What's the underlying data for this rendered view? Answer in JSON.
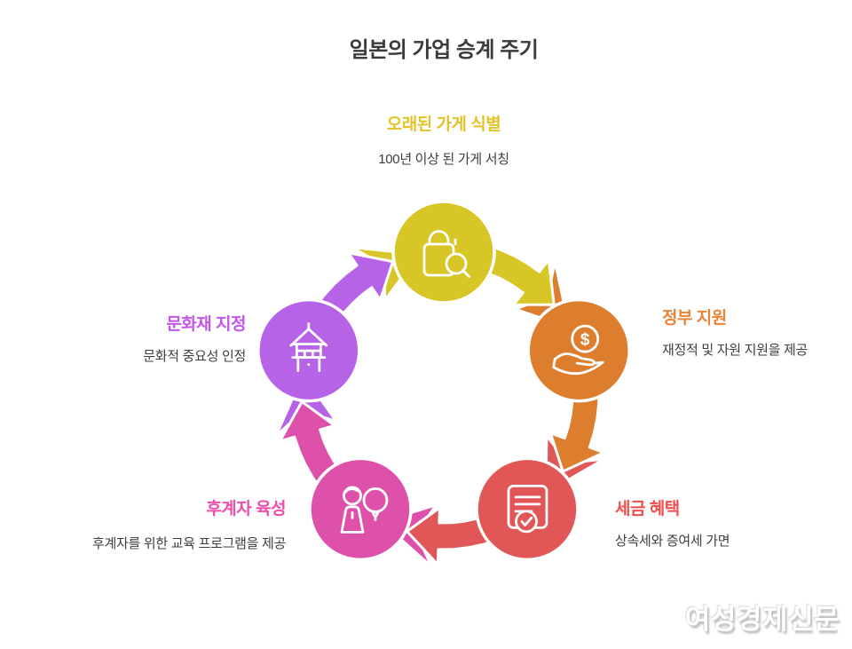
{
  "title": "일본의 가업 승계 주기",
  "watermark": "여성경제신문",
  "text_color": "#3e3e41",
  "cycle": {
    "direction": "clockwise",
    "nodes": [
      {
        "id": "identify-old-shops",
        "title": "오래된 가게 식별",
        "subtitle": "100년 이상 된 가게 서칭",
        "color": "#d8c526",
        "accent": "#e3c329",
        "icon": "bag-search-icon"
      },
      {
        "id": "government-support",
        "title": "정부 지원",
        "subtitle": "재정적 및 자원 지원을 제공",
        "color": "#dd7e2e",
        "accent": "#ea8336",
        "icon": "hand-dollar-icon"
      },
      {
        "id": "tax-benefit",
        "title": "세금 혜택",
        "subtitle": "상속세와 증여세 가면",
        "color": "#e15656",
        "accent": "#f04e4e",
        "icon": "document-check-icon"
      },
      {
        "id": "successor-training",
        "title": "후계자 육성",
        "subtitle": "후계자를 위한 교육 프로그램을 제공",
        "color": "#de51aa",
        "accent": "#ef4daa",
        "icon": "person-balloon-icon"
      },
      {
        "id": "cultural-heritage",
        "title": "문화재 지정",
        "subtitle": "문화적 중요성 인정",
        "color": "#b763e8",
        "accent": "#c455ec",
        "icon": "shrine-icon"
      }
    ]
  }
}
